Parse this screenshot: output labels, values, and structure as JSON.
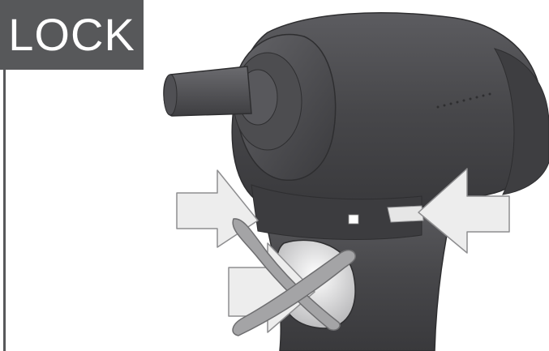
{
  "label": {
    "text": "LOCK"
  },
  "colors": {
    "label_background": "#57585a",
    "label_text": "#ffffff",
    "tool_body": "#4a4a4d",
    "arrow_fill": "#ededed",
    "cross_fill": "#a4a4a6"
  },
  "icons": {
    "tool": "impact-wrench-illustration",
    "press_arrows": "press-both-sides-arrows",
    "prohibited": "cross-out-icon"
  }
}
